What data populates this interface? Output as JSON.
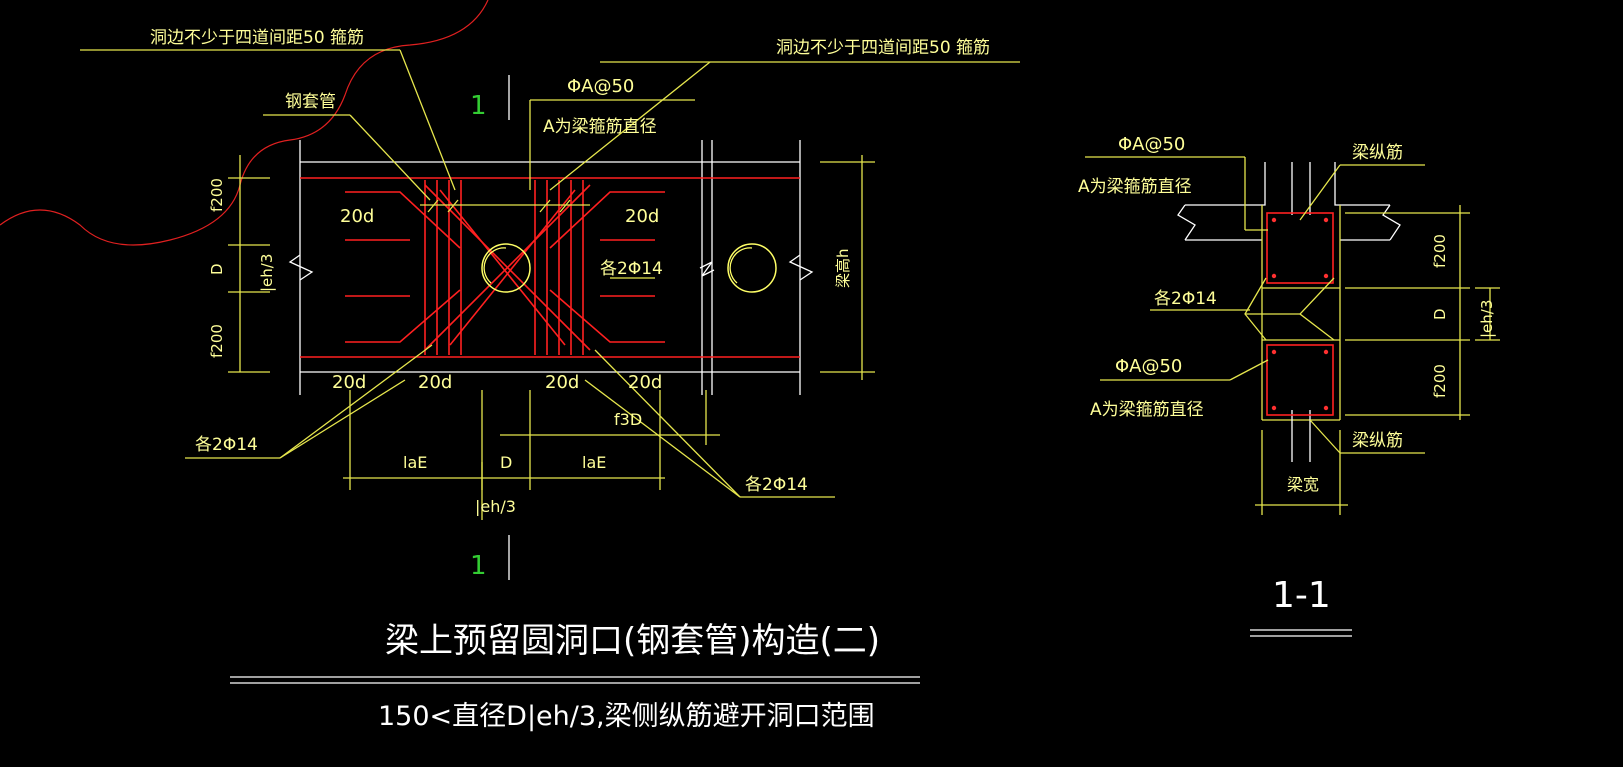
{
  "main_detail": {
    "title": "梁上预留圆洞口(钢套管)构造(二)",
    "note": "150<直径D|eh/3,梁侧纵筋避开洞口范围",
    "section_mark": "1",
    "leaders": {
      "edge_rebar_left": "洞边不少于四道间距50 箍筋",
      "edge_rebar_right": "洞边不少于四道间距50 箍筋",
      "steel_sleeve": "钢套管",
      "stirrup_spec": "ΦA@50",
      "stirrup_note": "A为梁箍筋直径",
      "bars_left": "各2Φ14",
      "bars_right": "各2Φ14",
      "bars_mid": "各2Φ14"
    },
    "dimensions": {
      "anchor_20d": "20d",
      "top_f200": "f200",
      "bottom_f200": "f200",
      "hole_d": "D",
      "eh3_side": "|eh/3",
      "beam_height": "梁高h",
      "f3d": "f3D",
      "lae": "laE",
      "d_bottom": "D",
      "eh3_bottom": "|eh/3"
    }
  },
  "section_detail": {
    "title": "1-1",
    "stirrup_spec_top": "ΦA@50",
    "stirrup_note_top": "A为梁箍筋直径",
    "long_bar_top": "梁纵筋",
    "bars": "各2Φ14",
    "stirrup_spec_bottom": "ΦA@50",
    "stirrup_note_bottom": "A为梁箍筋直径",
    "long_bar_bottom": "梁纵筋",
    "beam_width": "梁宽",
    "dim_f200_top": "f200",
    "dim_d": "D",
    "dim_f200_bottom": "f200",
    "dim_eh3": "|eh/3"
  },
  "colors": {
    "annotation": "#e6e64d",
    "outline": "#ffffff",
    "rebar": "#ff2020",
    "section_mark": "#33cc33"
  }
}
